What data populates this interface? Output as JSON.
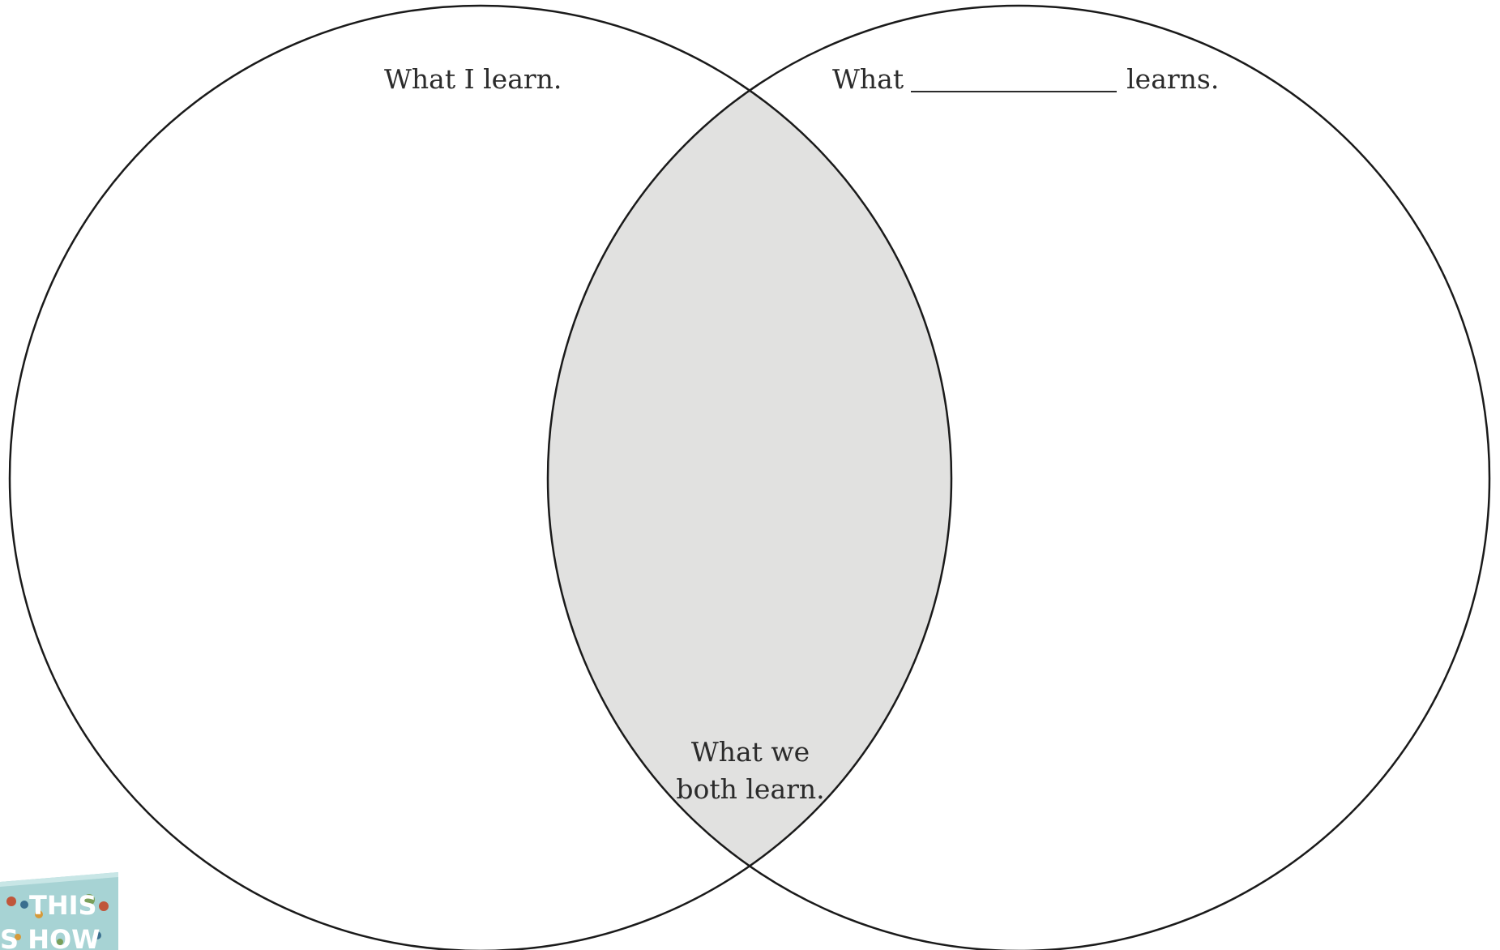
{
  "venn": {
    "left_label": "What I learn.",
    "right_label_prefix": "What",
    "right_label_suffix": "learns.",
    "center_label_line1": "What we",
    "center_label_line2": "both learn.",
    "overlap_color": "#e1e1e0",
    "outline_color": "#1a1a1a"
  },
  "book_cover": {
    "title_line1": "THIS",
    "title_line2": "S HOW",
    "color": "#a7d3d4"
  }
}
